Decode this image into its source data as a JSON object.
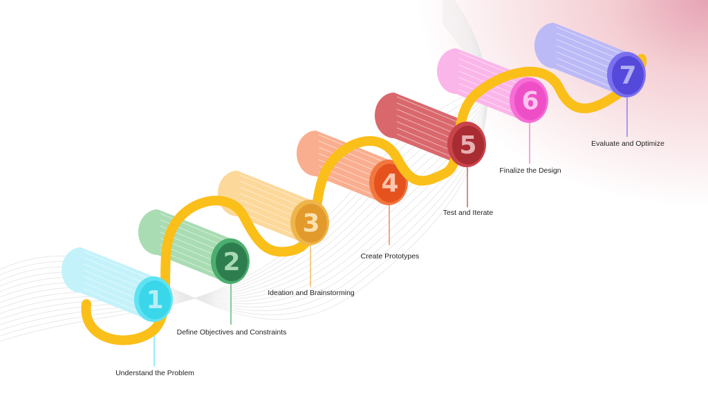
{
  "title": "Design Process Steps",
  "steps": [
    {
      "number": "1",
      "label": "Understand the Problem",
      "face": "#3ad6ea",
      "ring": "#5fe3f2",
      "body": "#c4f2fb",
      "numcolor": "#b7eef7"
    },
    {
      "number": "2",
      "label": "Define Objectives and Constraints",
      "face": "#2e7d4f",
      "ring": "#4cae6e",
      "body": "#a9dcb3",
      "numcolor": "#a8d9b6"
    },
    {
      "number": "3",
      "label": "Ideation and Brainstorming",
      "face": "#e29a2c",
      "ring": "#f0b54a",
      "body": "#fcd89a",
      "numcolor": "#fbe0b0"
    },
    {
      "number": "4",
      "label": "Create Prototypes",
      "face": "#e5521d",
      "ring": "#f2773f",
      "body": "#f9ae8f",
      "numcolor": "#fbc7b0"
    },
    {
      "number": "5",
      "label": "Test and Iterate",
      "face": "#a82c32",
      "ring": "#c9434a",
      "body": "#d9686d",
      "numcolor": "#e6b0b3"
    },
    {
      "number": "6",
      "label": "Finalize the Design",
      "face": "#ee4fc6",
      "ring": "#f76ed6",
      "body": "#fbb6e9",
      "numcolor": "#fcc5ee"
    },
    {
      "number": "7",
      "label": "Evaluate and Optimize",
      "face": "#5549db",
      "ring": "#7a70ef",
      "body": "#bcb9f7",
      "numcolor": "#b3adf3"
    }
  ],
  "ribbon_color": "#fbbf1a"
}
